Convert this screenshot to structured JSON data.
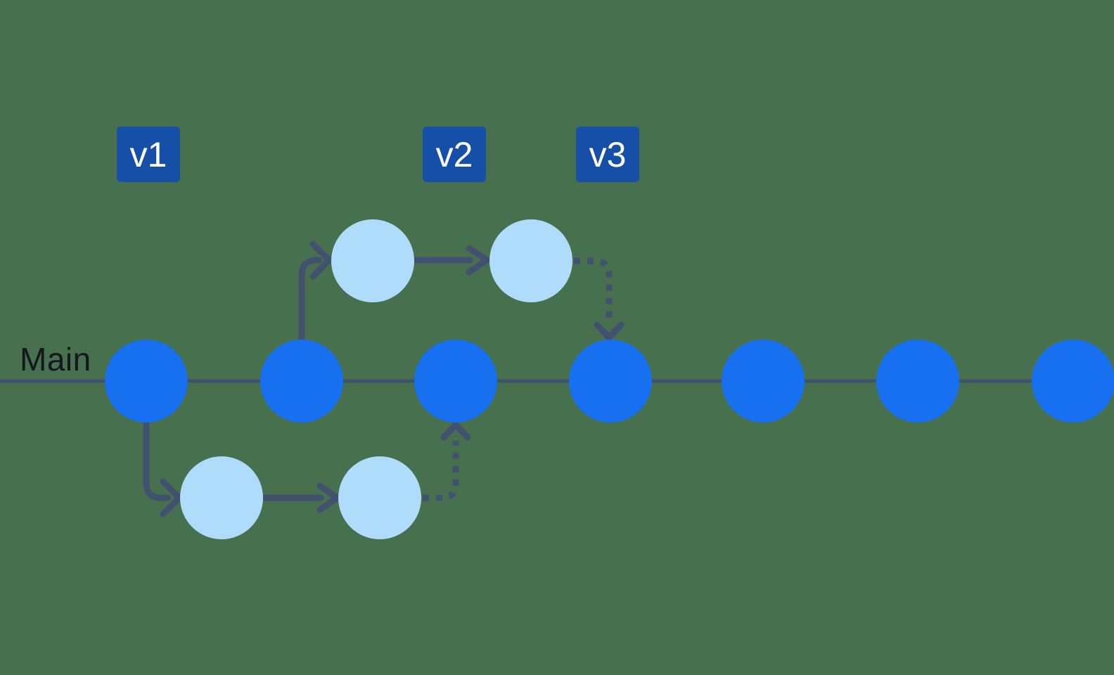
{
  "colors": {
    "background": "#47704E",
    "commit-blue": "#1670EF",
    "branch-light": "#B0DCFC",
    "badge-blue": "#164FA8",
    "line": "#42526E",
    "label-text": "#14171C",
    "badge-text": "#FFFFFF"
  },
  "diagram": {
    "main_label": "Main",
    "tags": [
      {
        "label": "v1",
        "above": "main-commit-1"
      },
      {
        "label": "v2",
        "above": "main-commit-3"
      },
      {
        "label": "v3",
        "above": "main-commit-4"
      }
    ],
    "main_branch": {
      "commit_count": 7,
      "commit_color": "#1670EF"
    },
    "feature_branches": [
      {
        "position": "above-main",
        "commit_count": 2,
        "commit_color": "#B0DCFC",
        "branches_from": "main-commit-2",
        "merges_into": "main-commit-4",
        "branch_arrow_style": "solid",
        "merge_arrow_style": "dotted"
      },
      {
        "position": "below-main",
        "commit_count": 2,
        "commit_color": "#B0DCFC",
        "branches_from": "main-commit-1",
        "merges_into": "main-commit-3",
        "branch_arrow_style": "solid",
        "merge_arrow_style": "dotted"
      }
    ]
  }
}
